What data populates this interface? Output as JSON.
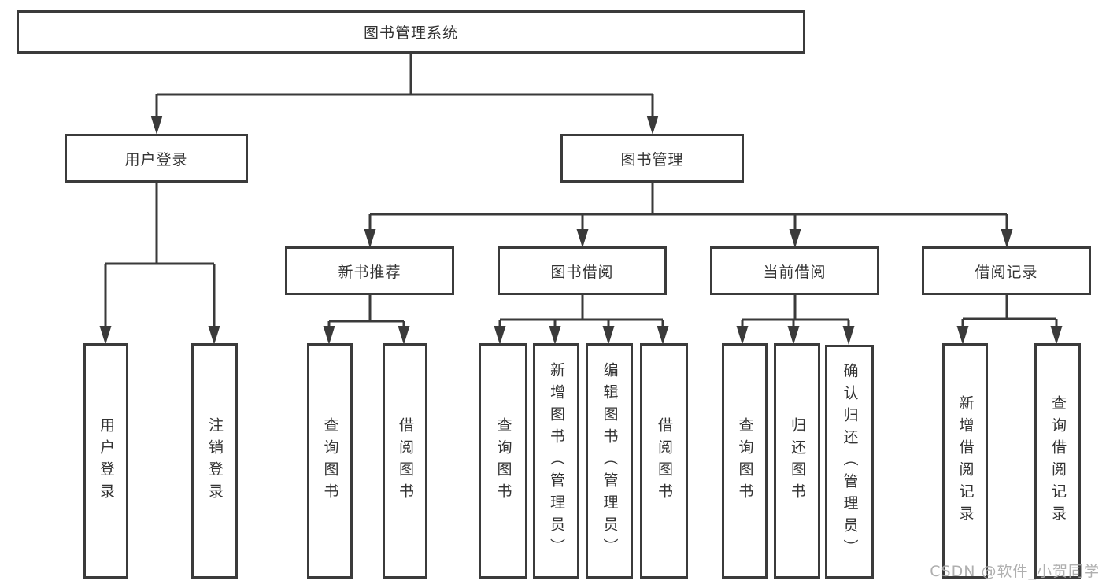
{
  "diagram": {
    "title": "图书管理系统",
    "branches": [
      {
        "label": "用户登录",
        "children": [
          {
            "label": "用户登录"
          },
          {
            "label": "注销登录"
          }
        ]
      },
      {
        "label": "图书管理",
        "children": [
          {
            "label": "新书推荐",
            "children": [
              {
                "label": "查询图书"
              },
              {
                "label": "借阅图书"
              }
            ]
          },
          {
            "label": "图书借阅",
            "children": [
              {
                "label": "查询图书"
              },
              {
                "label": "新增图书（管理员）"
              },
              {
                "label": "编辑图书（管理员）"
              },
              {
                "label": "借阅图书"
              }
            ]
          },
          {
            "label": "当前借阅",
            "children": [
              {
                "label": "查询图书"
              },
              {
                "label": "归还图书"
              },
              {
                "label": "确认归还（管理员）"
              }
            ]
          },
          {
            "label": "借阅记录",
            "children": [
              {
                "label": "新增借阅记录"
              },
              {
                "label": "查询借阅记录"
              }
            ]
          }
        ]
      }
    ]
  },
  "watermark": "CSDN @软件_小贺同学",
  "colors": {
    "background": "#ffffff",
    "box_border": "#3b3b3b",
    "connector_line": "#3a3a3a",
    "text": "#333333",
    "watermark_text": "#a8a8a8"
  }
}
